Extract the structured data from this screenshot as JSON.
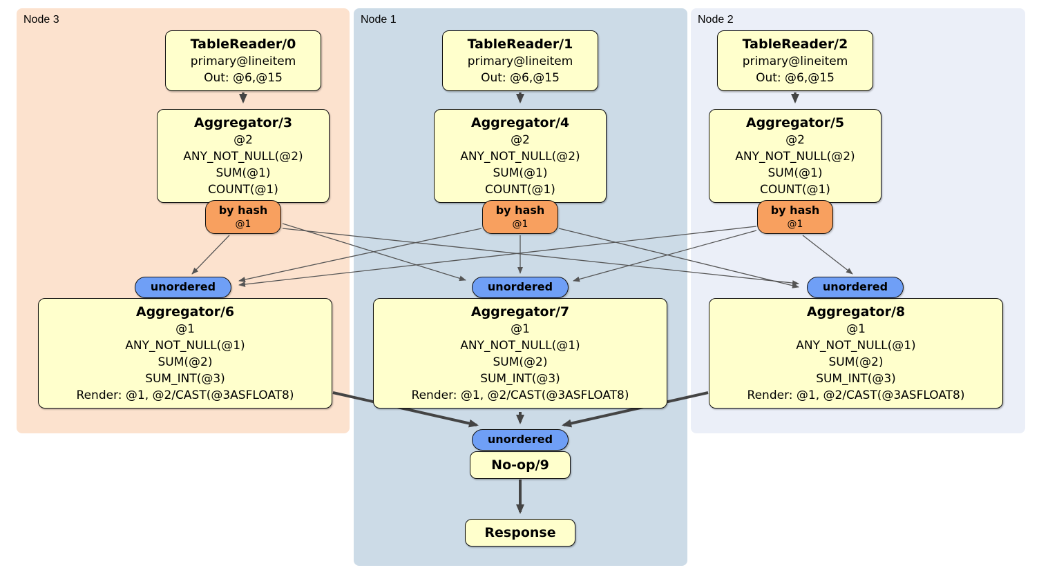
{
  "regions": [
    {
      "label": "Node 3"
    },
    {
      "label": "Node 1"
    },
    {
      "label": "Node 2"
    }
  ],
  "processors": {
    "tr0": {
      "title": "TableReader/0",
      "lines": [
        "primary@lineitem",
        "Out: @6,@15"
      ]
    },
    "tr1": {
      "title": "TableReader/1",
      "lines": [
        "primary@lineitem",
        "Out: @6,@15"
      ]
    },
    "tr2": {
      "title": "TableReader/2",
      "lines": [
        "primary@lineitem",
        "Out: @6,@15"
      ]
    },
    "agg3": {
      "title": "Aggregator/3",
      "lines": [
        "@2",
        "ANY_NOT_NULL(@2)",
        "SUM(@1)",
        "COUNT(@1)"
      ]
    },
    "agg4": {
      "title": "Aggregator/4",
      "lines": [
        "@2",
        "ANY_NOT_NULL(@2)",
        "SUM(@1)",
        "COUNT(@1)"
      ]
    },
    "agg5": {
      "title": "Aggregator/5",
      "lines": [
        "@2",
        "ANY_NOT_NULL(@2)",
        "SUM(@1)",
        "COUNT(@1)"
      ]
    },
    "agg6": {
      "title": "Aggregator/6",
      "lines": [
        "@1",
        "ANY_NOT_NULL(@1)",
        "SUM(@2)",
        "SUM_INT(@3)",
        "Render: @1, @2/CAST(@3ASFLOAT8)"
      ]
    },
    "agg7": {
      "title": "Aggregator/7",
      "lines": [
        "@1",
        "ANY_NOT_NULL(@1)",
        "SUM(@2)",
        "SUM_INT(@3)",
        "Render: @1, @2/CAST(@3ASFLOAT8)"
      ]
    },
    "agg8": {
      "title": "Aggregator/8",
      "lines": [
        "@1",
        "ANY_NOT_NULL(@1)",
        "SUM(@2)",
        "SUM_INT(@3)",
        "Render: @1, @2/CAST(@3ASFLOAT8)"
      ]
    },
    "noop": {
      "title": "No-op/9"
    },
    "response": {
      "title": "Response"
    }
  },
  "router": {
    "label": "by hash",
    "detail": "@1"
  },
  "sync": {
    "label": "unordered"
  },
  "edges": [
    {
      "from": "TableReader/0",
      "to": "Aggregator/3",
      "style": "thick"
    },
    {
      "from": "TableReader/1",
      "to": "Aggregator/4",
      "style": "thick"
    },
    {
      "from": "TableReader/2",
      "to": "Aggregator/5",
      "style": "thick"
    },
    {
      "from": "by hash (Node 3)",
      "to": "unordered (Node 3)",
      "style": "thin"
    },
    {
      "from": "by hash (Node 3)",
      "to": "unordered (Node 1)",
      "style": "thin"
    },
    {
      "from": "by hash (Node 3)",
      "to": "unordered (Node 2)",
      "style": "thin"
    },
    {
      "from": "by hash (Node 1)",
      "to": "unordered (Node 3)",
      "style": "thin"
    },
    {
      "from": "by hash (Node 1)",
      "to": "unordered (Node 1)",
      "style": "thin"
    },
    {
      "from": "by hash (Node 1)",
      "to": "unordered (Node 2)",
      "style": "thin"
    },
    {
      "from": "by hash (Node 2)",
      "to": "unordered (Node 3)",
      "style": "thin"
    },
    {
      "from": "by hash (Node 2)",
      "to": "unordered (Node 1)",
      "style": "thin"
    },
    {
      "from": "by hash (Node 2)",
      "to": "unordered (Node 2)",
      "style": "thin"
    },
    {
      "from": "Aggregator/6",
      "to": "unordered (final)",
      "style": "thick"
    },
    {
      "from": "Aggregator/7",
      "to": "unordered (final)",
      "style": "thick"
    },
    {
      "from": "Aggregator/8",
      "to": "unordered (final)",
      "style": "thick"
    },
    {
      "from": "No-op/9",
      "to": "Response",
      "style": "thick"
    }
  ],
  "colors": {
    "node3_bg": "#fce2ce",
    "node1_bg": "#ccdbe7",
    "node2_bg": "#ebeff8",
    "box_fill": "#ffffcc",
    "box_border": "#101010",
    "router_fill": "#f8a05f",
    "sync_fill": "#6f9ff6",
    "edge_thick": "#444444",
    "edge_thin": "#555555"
  }
}
